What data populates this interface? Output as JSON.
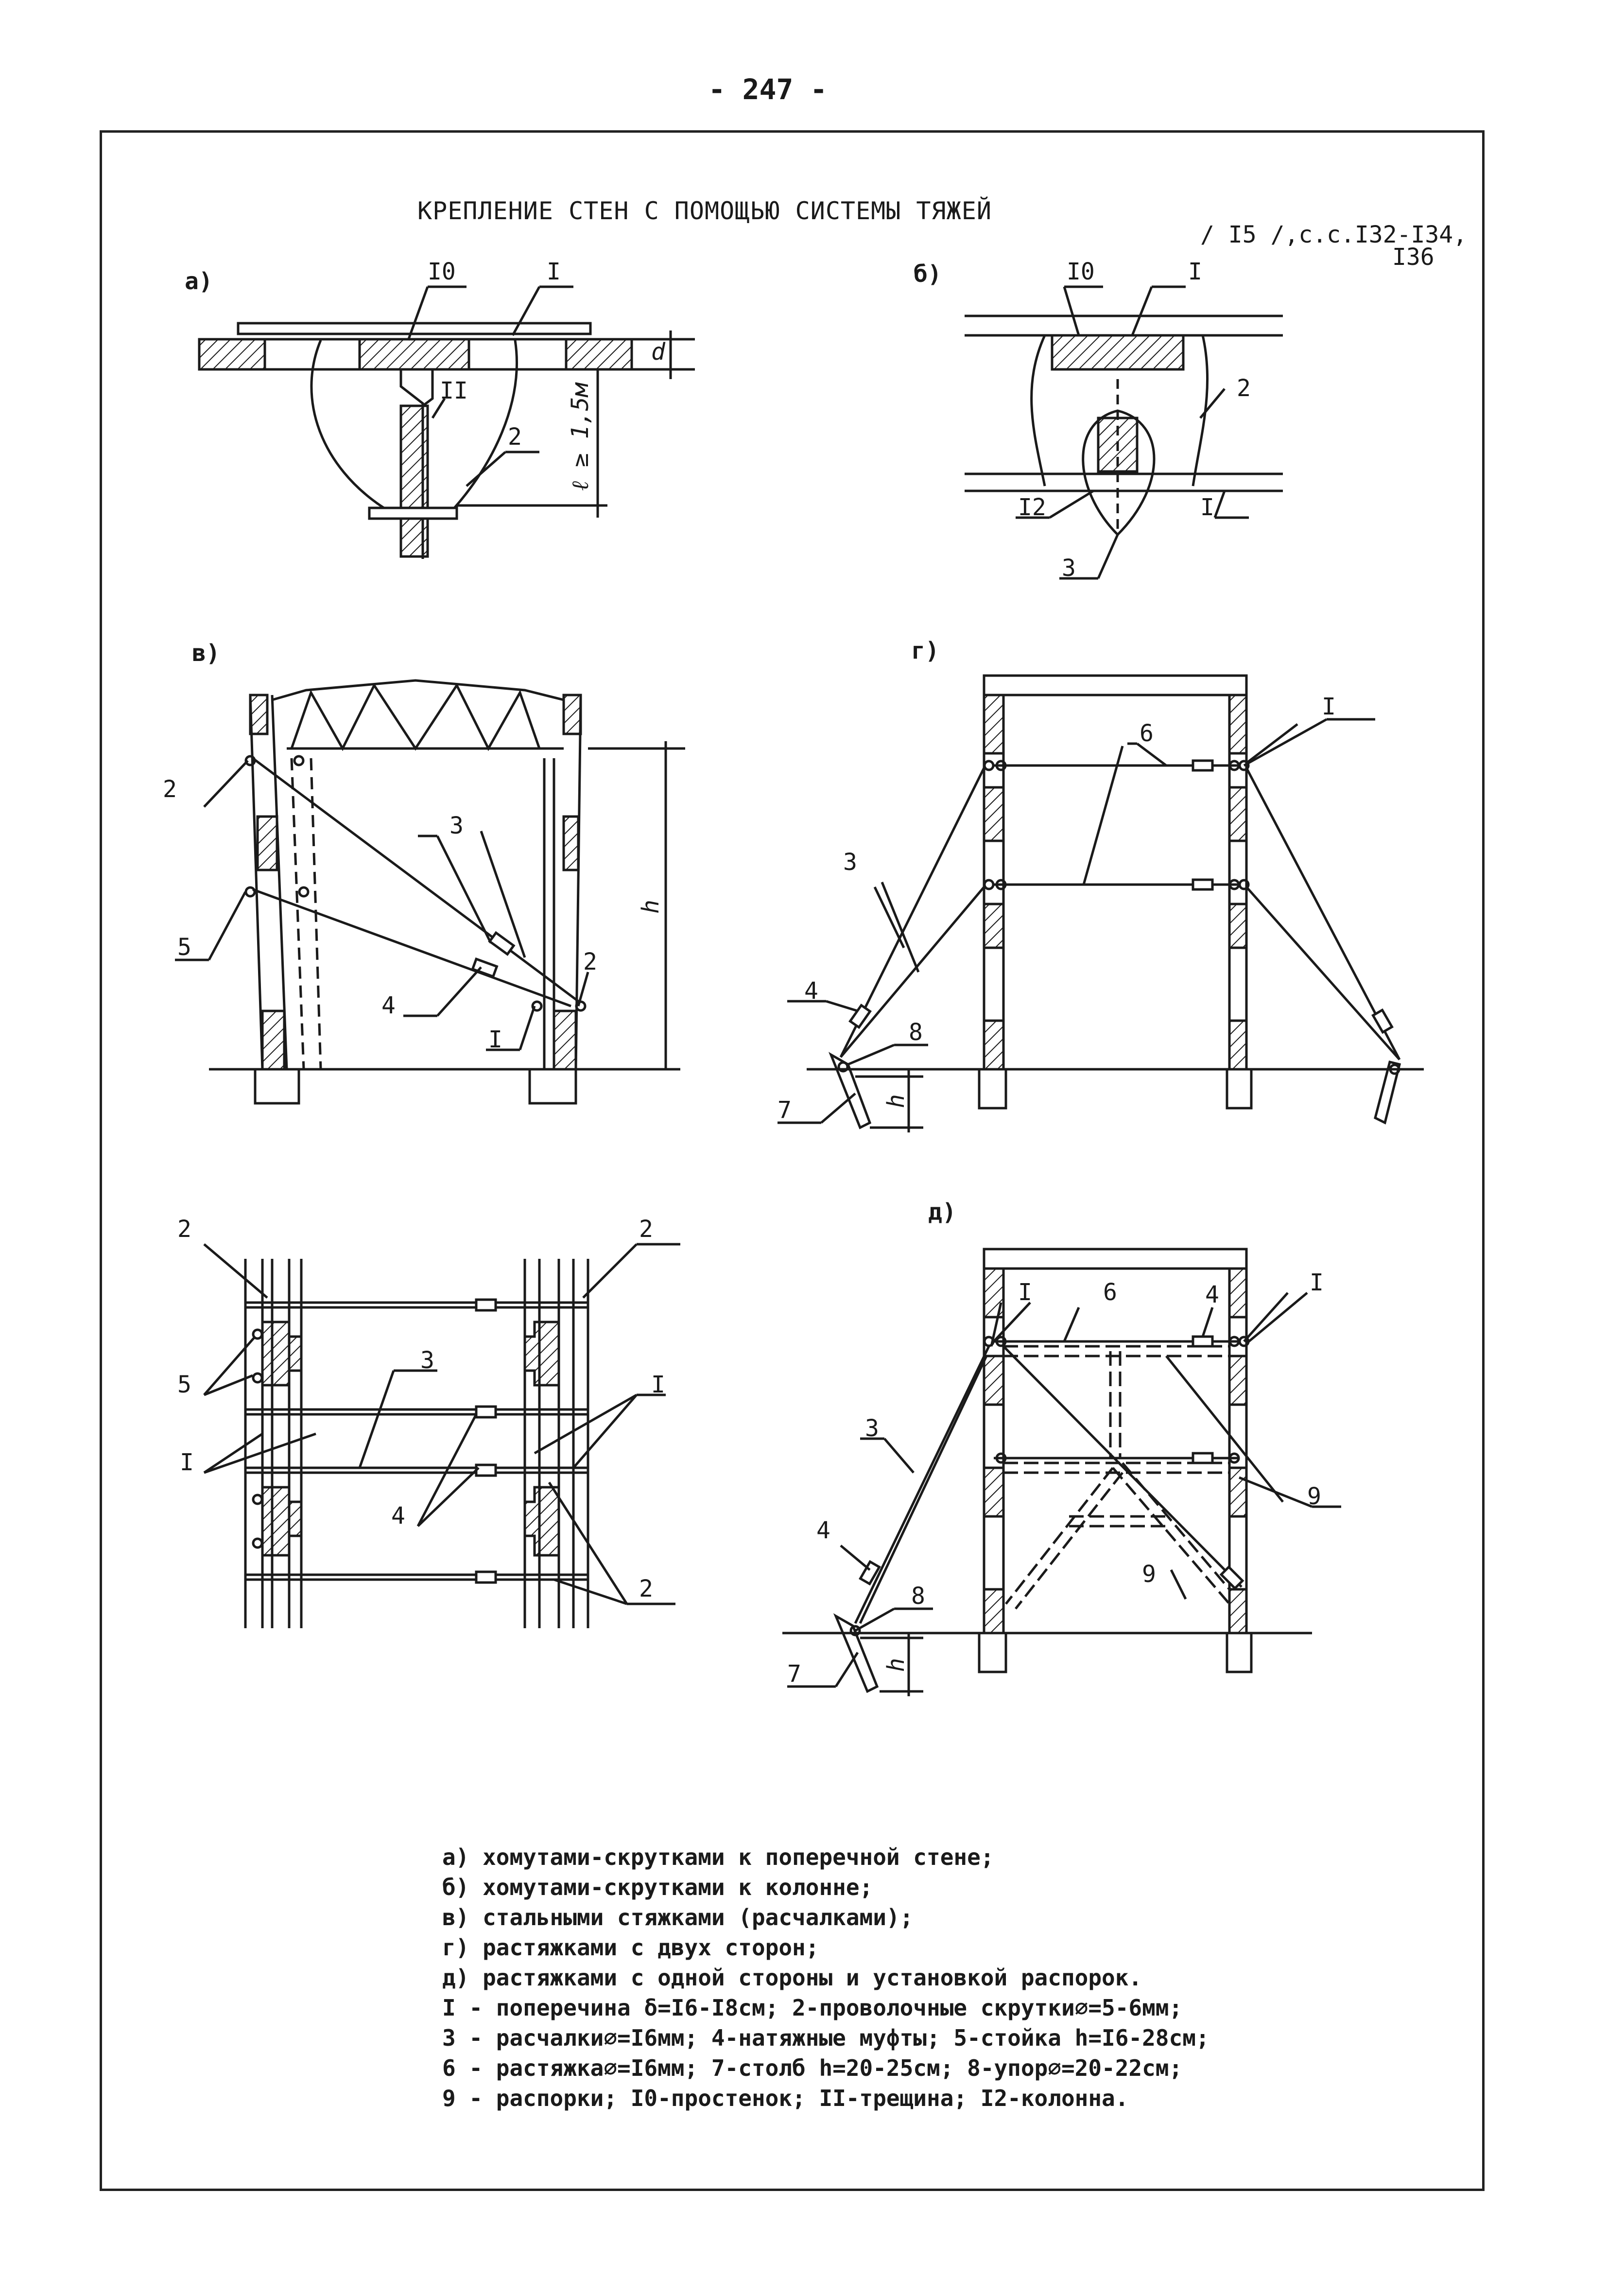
{
  "page_number": "- 247 -",
  "title": "КРЕПЛЕНИЕ СТЕН С ПОМОЩЬЮ СИСТЕМЫ ТЯЖЕЙ",
  "reference": [
    "/ I5 /,с.с.I32-I34,",
    "I36"
  ],
  "panels": {
    "a": "а)",
    "b": "б)",
    "v": "в)",
    "g": "г)",
    "d": "д)"
  },
  "callouts": {
    "n1": "I",
    "n2": "2",
    "n3": "3",
    "n4": "4",
    "n5": "5",
    "n6": "6",
    "n7": "7",
    "n8": "8",
    "n9": "9",
    "n10": "I0",
    "n11": "II",
    "n12": "I2",
    "dim_d": "d",
    "dim_l": "ℓ ≥ 1,5м",
    "dim_h": "h"
  },
  "legend": [
    "а) хомутами-скрутками к поперечной стене;",
    "б) хомутами-скрутками к колонне;",
    "в) стальными стяжками (расчалками);",
    "г) растяжками с двух сторон;",
    "д) растяжками с одной стороны и установкой распорок.",
    "I - поперечина δ=I6-I8см; 2-проволочные скрутки∅=5-6мм;",
    "3 - расчалки∅=I6мм; 4-натяжные муфты; 5-стойка h=I6-28см;",
    "6 - растяжка∅=I6мм; 7-столб h=20-25см; 8-упор∅=20-22см;",
    "9 - распорки; I0-простенок; II-трещина; I2-колонна."
  ],
  "colors": {
    "ink": "#1a1a1a",
    "paper": "#ffffff"
  }
}
